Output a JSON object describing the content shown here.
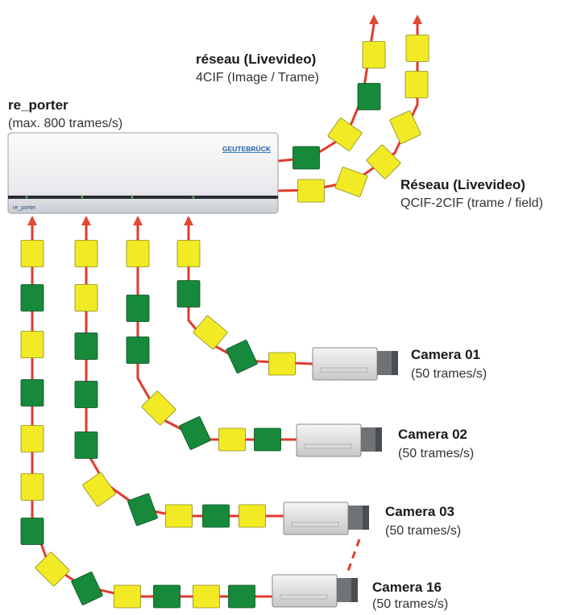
{
  "device": {
    "name": "re_porter",
    "spec": "(max. 800 trames/s)",
    "brand": "GEUTEBRÜCK",
    "plate": "re_porter"
  },
  "network1": {
    "title": "réseau (Livevideo)",
    "spec": "4CIF (Image / Trame)"
  },
  "network2": {
    "title": "Réseau (Livevideo)",
    "spec": "QCIF-2CIF (trame / field)"
  },
  "cameras": [
    {
      "name": "Camera 01",
      "rate": "(50 trames/s)"
    },
    {
      "name": "Camera 02",
      "rate": "(50 trames/s)"
    },
    {
      "name": "Camera 03",
      "rate": "(50 trames/s)"
    },
    {
      "name": "Camera 16",
      "rate": "(50 trames/s)"
    }
  ],
  "colors": {
    "frame_yellow": "#f2ea24",
    "frame_green": "#168a3a",
    "link_red": "#e23a2e",
    "arrow_red": "#e4472f"
  }
}
